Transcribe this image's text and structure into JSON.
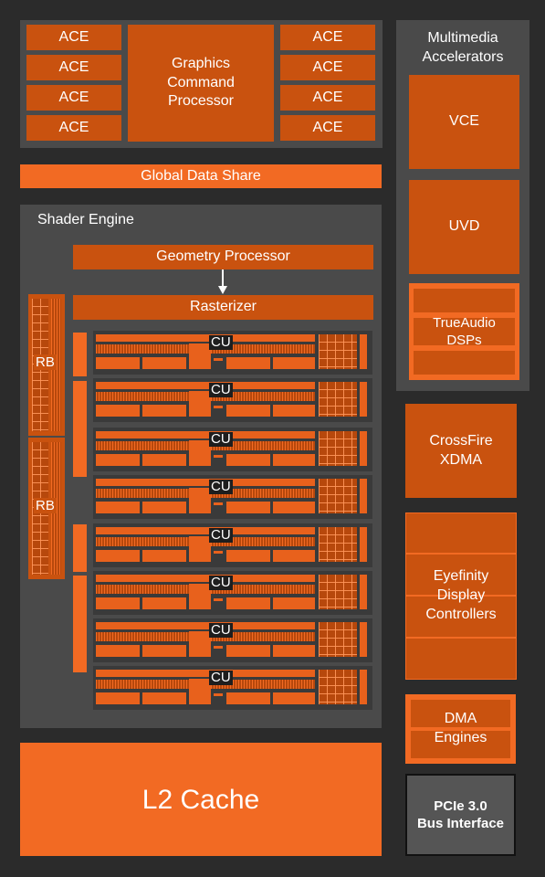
{
  "ace_label": "ACE",
  "graphics_command_processor": "Graphics\nCommand\nProcessor",
  "global_data_share": "Global Data Share",
  "shader_engine": {
    "title": "Shader Engine",
    "geometry_processor": "Geometry Processor",
    "rasterizer": "Rasterizer",
    "rb_label": "RB",
    "cu_label": "CU"
  },
  "l2_cache": "L2 Cache",
  "multimedia": {
    "title": "Multimedia\nAccelerators",
    "vce": "VCE",
    "uvd": "UVD",
    "trueaudio": "TrueAudio\nDSPs"
  },
  "crossfire": "CrossFire\nXDMA",
  "eyefinity": "Eyefinity\nDisplay\nControllers",
  "dma": "DMA\nEngines",
  "pcie": "PCIe 3.0\nBus Interface",
  "colors": {
    "background": "#2b2b2b",
    "panel": "#4a4a4a",
    "orange": "#c9520f",
    "orange_bright": "#f26a23",
    "pcie": "#555555"
  }
}
